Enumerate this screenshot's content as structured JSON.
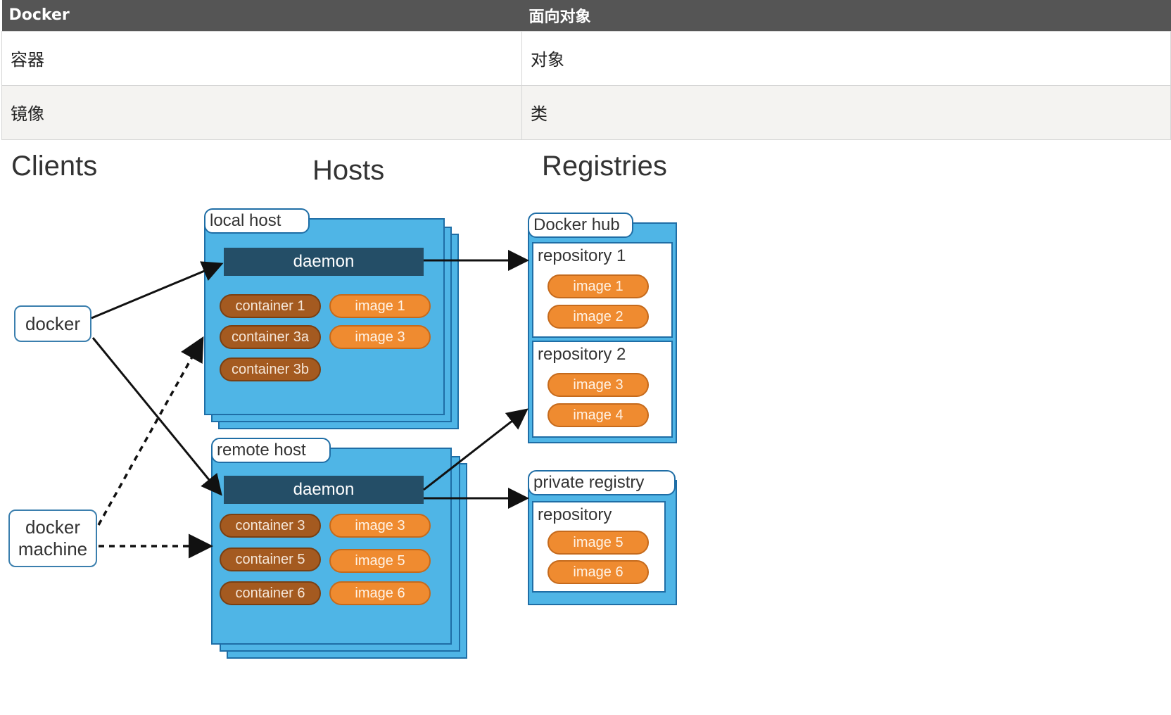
{
  "table": {
    "headers": [
      "Docker",
      "面向对象"
    ],
    "rows": [
      [
        "容器",
        "对象"
      ],
      [
        "镜像",
        "类"
      ]
    ]
  },
  "diagram": {
    "headings": {
      "clients": "Clients",
      "hosts": "Hosts",
      "registries": "Registries"
    },
    "clients": {
      "docker": "docker",
      "machine_line1": "docker",
      "machine_line2": "machine"
    },
    "local_host": {
      "label": "local host",
      "daemon": "daemon",
      "containers": [
        "container 1",
        "container 3a",
        "container 3b"
      ],
      "images": [
        "image 1",
        "image 3"
      ]
    },
    "remote_host": {
      "label": "remote host",
      "daemon": "daemon",
      "containers": [
        "container 3",
        "container 5",
        "container 6"
      ],
      "images": [
        "image 3",
        "image 5",
        "image 6"
      ]
    },
    "docker_hub": {
      "label": "Docker hub",
      "repositories": [
        {
          "label": "repository 1",
          "images": [
            "image 1",
            "image 2"
          ]
        },
        {
          "label": "repository 2",
          "images": [
            "image 3",
            "image 4"
          ]
        }
      ]
    },
    "private_registry": {
      "label": "private registry",
      "repository": {
        "label": "repository",
        "images": [
          "image 5",
          "image 6"
        ]
      }
    },
    "colors": {
      "host_fill": "#4fb5e6",
      "daemon": "#244e67",
      "container": "#a45a20",
      "image": "#ef8b30",
      "table_header": "#555555"
    }
  }
}
